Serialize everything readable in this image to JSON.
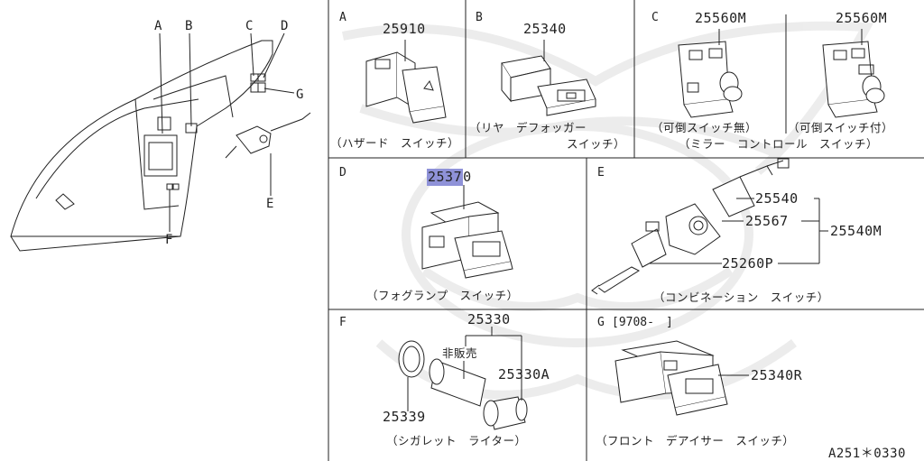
{
  "overview": {
    "callouts": {
      "a": "A",
      "b": "B",
      "c": "C",
      "d": "D",
      "e": "E",
      "f": "F",
      "g": "G"
    }
  },
  "sections": {
    "a": {
      "letter": "A",
      "part": "25910",
      "caption": "（ハザード　スイッチ）"
    },
    "b": {
      "letter": "B",
      "part": "25340",
      "caption_1": "（リヤ　デフォッガー",
      "caption_2": "スイッチ）"
    },
    "c": {
      "letter": "C",
      "part_left": "25560M",
      "part_right": "25560M",
      "caption_left": "（可倒スイッチ無）",
      "caption_right": "（可倒スイッチ付）",
      "caption_main": "（ミラー　コントロール　スイッチ）"
    },
    "d": {
      "letter": "D",
      "part_highlight": "2537",
      "part_rest": "0",
      "caption": "（フォグランプ　スイッチ）"
    },
    "e": {
      "letter": "E",
      "part_1": "25540",
      "part_2": "25567",
      "part_3": "25260P",
      "part_group": "25540M",
      "caption": "（コンビネーション　スイッチ）"
    },
    "f": {
      "letter": "F",
      "part_group": "25330",
      "note": "非販売",
      "part_a": "25330A",
      "part_ring": "25339",
      "caption": "（シガレット　ライター）"
    },
    "g": {
      "letter": "G",
      "range": "[9708-　]",
      "part": "25340R",
      "caption": "（フロント　デアイサー　スイッチ）"
    }
  },
  "footer": {
    "code": "A251＊0330"
  },
  "colors": {
    "line": "#222222",
    "highlight": "#8f92d8",
    "watermark": "#e6e6e6"
  }
}
